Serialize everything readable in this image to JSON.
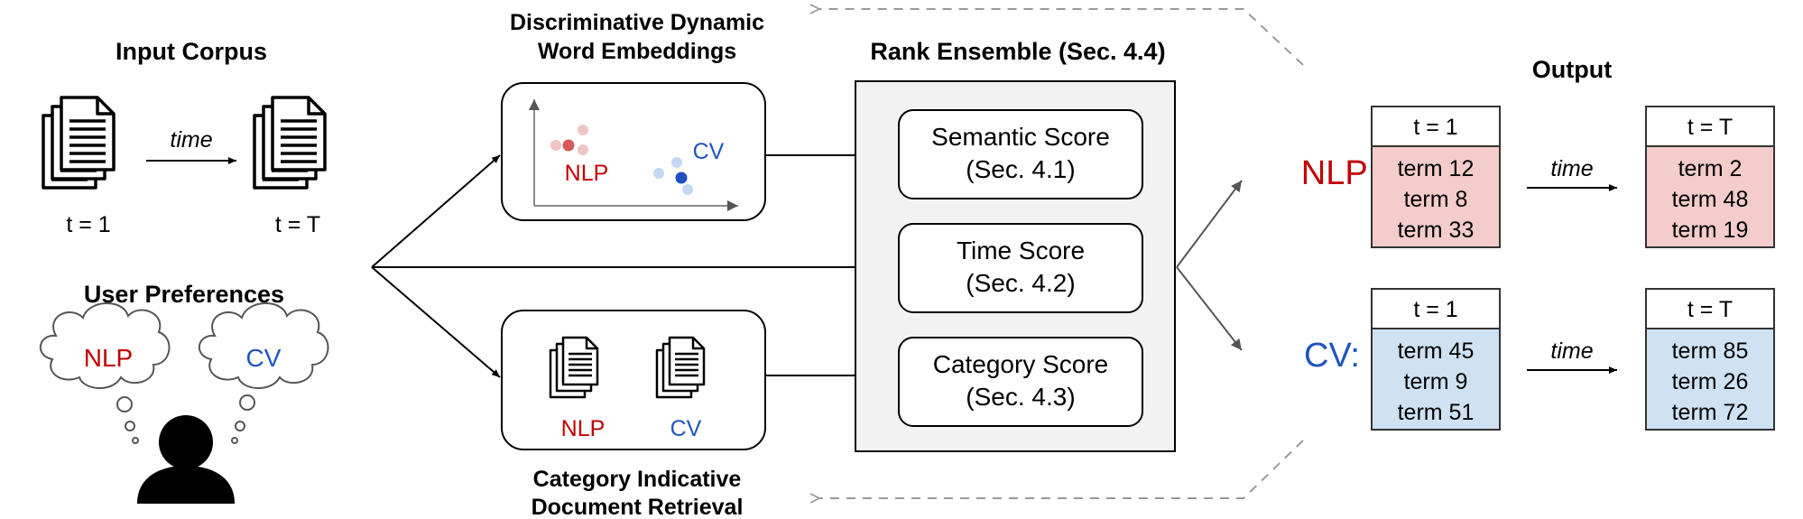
{
  "input_corpus": {
    "title": "Input Corpus",
    "time_label": "time",
    "t_start": "t = 1",
    "t_end": "t = T"
  },
  "user_preferences": {
    "title": "User Preferences",
    "bubble_left": "NLP",
    "bubble_right": "CV"
  },
  "embeddings": {
    "title_line1": "Discriminative Dynamic",
    "title_line2": "Word Embeddings",
    "label_nlp": "NLP",
    "label_cv": "CV"
  },
  "retrieval": {
    "label_nlp": "NLP",
    "label_cv": "CV",
    "title_line1": "Category Indicative",
    "title_line2": "Document Retrieval"
  },
  "rank_ensemble": {
    "title": "Rank Ensemble (Sec. 4.4)",
    "scores": [
      {
        "name": "Semantic Score",
        "sec": "(Sec. 4.1)"
      },
      {
        "name": "Time Score",
        "sec": "(Sec. 4.2)"
      },
      {
        "name": "Category Score",
        "sec": "(Sec. 4.3)"
      }
    ]
  },
  "output": {
    "title": "Output",
    "time_label": "time",
    "rows": [
      {
        "label": "NLP:",
        "start": {
          "header": "t = 1",
          "terms": [
            "term 12",
            "term 8",
            "term 33"
          ]
        },
        "end": {
          "header": "t = T",
          "terms": [
            "term 2",
            "term 48",
            "term 19"
          ]
        }
      },
      {
        "label": "CV:",
        "start": {
          "header": "t = 1",
          "terms": [
            "term 45",
            "term 9",
            "term 51"
          ]
        },
        "end": {
          "header": "t = T",
          "terms": [
            "term 85",
            "term 26",
            "term 72"
          ]
        }
      }
    ]
  },
  "colors": {
    "nlp": "#c00000",
    "cv": "#1f55c0",
    "nlp_fill": "#f4cccc",
    "cv_fill": "#cfe2f3",
    "ensemble_bg": "#f2f2f2"
  }
}
